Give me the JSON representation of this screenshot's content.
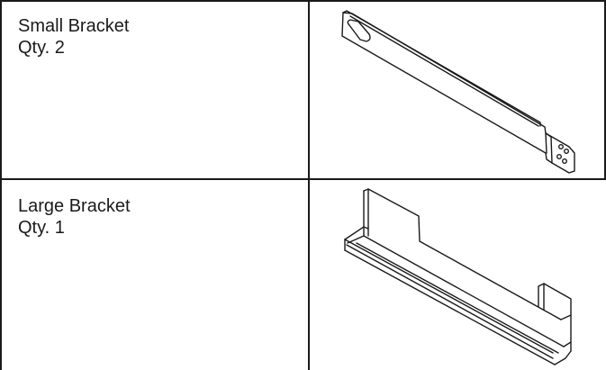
{
  "parts": [
    {
      "name": "Small Bracket",
      "qty": "Qty. 2",
      "illustration": "small-bracket-illustration"
    },
    {
      "name": "Large Bracket",
      "qty": "Qty. 1",
      "illustration": "large-bracket-illustration"
    }
  ],
  "colors": {
    "line": "#1a1a1a",
    "background": "#ffffff"
  }
}
